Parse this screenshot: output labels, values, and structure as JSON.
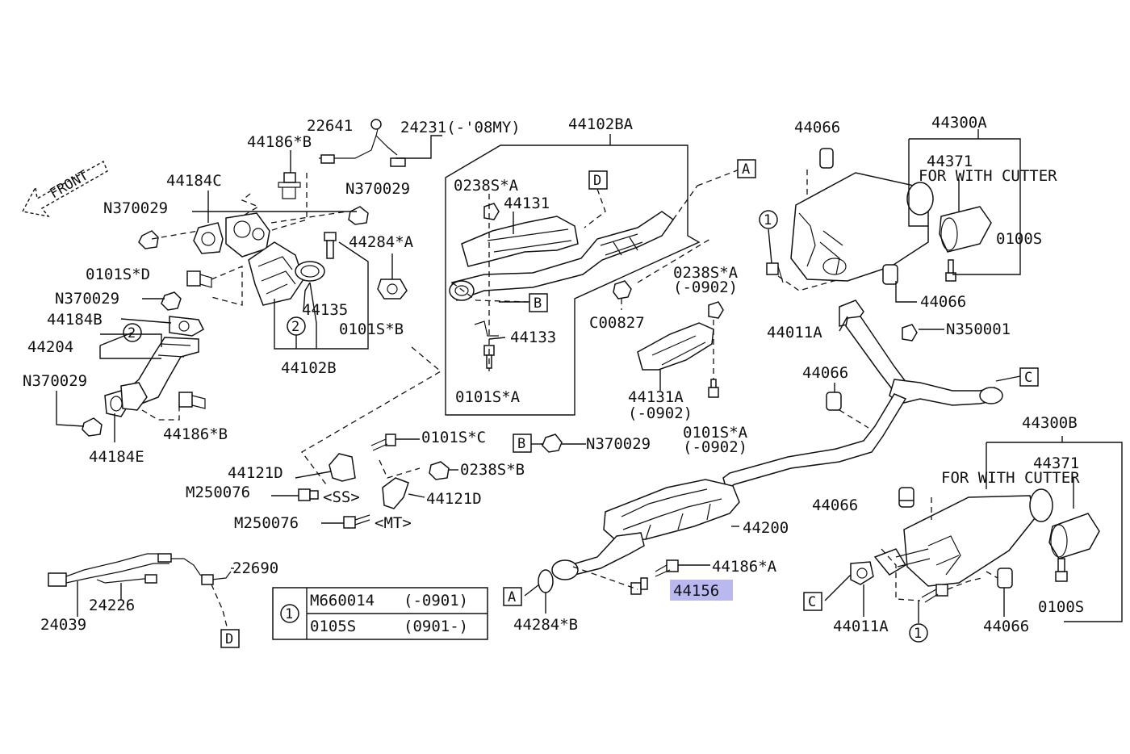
{
  "front_label": "FRONT",
  "labels": {
    "l22641": "22641",
    "l24231": "24231(-'08MY)",
    "l44102BA": "44102BA",
    "l44186B_top": "44186*B",
    "l44184C": "44184C",
    "lN370029_a": "N370029",
    "lN370029_b": "N370029",
    "lN370029_c": "N370029",
    "lN370029_d": "N370029",
    "lN370029_e": "N370029",
    "l44284A": "44284*A",
    "l0101SD": "0101S*D",
    "l44135": "44135",
    "l0101SB": "0101S*B",
    "l44184B": "44184B",
    "l44204": "44204",
    "l44102B": "44102B",
    "l44186B_low": "44186*B",
    "l44184E": "44184E",
    "l0238SA_1": "0238S*A",
    "l44131": "44131",
    "l44133": "44133",
    "l0101SA_1": "0101S*A",
    "lC00827": "C00827",
    "l0238SA_2": "0238S*A",
    "l0902_a": "(-0902)",
    "l44131A": "44131A",
    "l0902_b": "(-0902)",
    "l0101SA_2": "0101S*A",
    "l0902_c": "(-0902)",
    "l44066_a": "44066",
    "l44300A": "44300A",
    "l44371_a": "44371",
    "lForWithCutter_a": "FOR WITH CUTTER",
    "l0100S_a": "0100S",
    "l44066_b": "44066",
    "l44011A_a": "44011A",
    "lN350001": "N350001",
    "l44066_c": "44066",
    "l0101SC": "0101S*C",
    "l44121D_a": "44121D",
    "lM250076_a": "M250076",
    "lSS": "<SS>",
    "l0238SB": "0238S*B",
    "l44121D_b": "44121D",
    "lM250076_b": "M250076",
    "lMT": "<MT>",
    "l44200": "44200",
    "l44300B": "44300B",
    "l44371_b": "44371",
    "lForWithCutter_b": "FOR WITH CUTTER",
    "l44066_d": "44066",
    "l44186A": "44186*A",
    "l44156": "44156",
    "l44284B": "44284*B",
    "l0100S_b": "0100S",
    "l44011A_b": "44011A",
    "l44066_e": "44066",
    "l22690": "22690",
    "l24226": "24226",
    "l24039": "24039"
  },
  "callout_boxes": {
    "A_top": "A",
    "B_mid": "B",
    "D_mid": "D",
    "B_left": "B",
    "C_right": "C",
    "A_low": "A",
    "C_low": "C",
    "D_low": "D"
  },
  "circle_refs": {
    "c2_a": "2",
    "c2_b": "2",
    "c1_a": "1",
    "c1_b": "1",
    "c1_table": "1"
  },
  "table": {
    "rows": [
      {
        "part": "M660014",
        "range": "(-0901)"
      },
      {
        "part": "0105S",
        "range": "(0901-)"
      }
    ]
  },
  "highlighted_part": "44156",
  "colors": {
    "highlight": "#b9b9f0",
    "ink": "#111111"
  }
}
